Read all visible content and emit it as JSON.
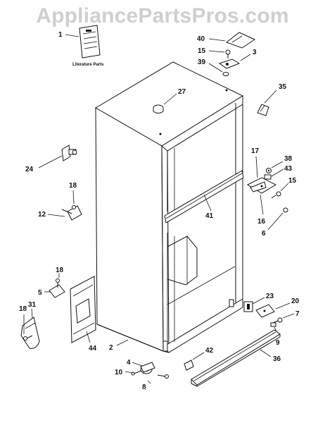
{
  "watermark": "AppliancePartsPros.com",
  "literature_label": "Literature Parts",
  "callouts": {
    "c1": "1",
    "c40": "40",
    "c15a": "15",
    "c3": "3",
    "c39": "39",
    "c27": "27",
    "c35": "35",
    "c24": "24",
    "c17": "17",
    "c38": "38",
    "c43": "43",
    "c15b": "15",
    "c18a": "18",
    "c12": "12",
    "c41": "41",
    "c16": "16",
    "c6": "6",
    "c18b": "18",
    "c5": "5",
    "c31": "31",
    "c18c": "18",
    "c23": "23",
    "c20": "20",
    "c7": "7",
    "c9": "9",
    "c44": "44",
    "c2": "2",
    "c42": "42",
    "c4": "4",
    "c10": "10",
    "c8": "8",
    "c36": "36"
  }
}
